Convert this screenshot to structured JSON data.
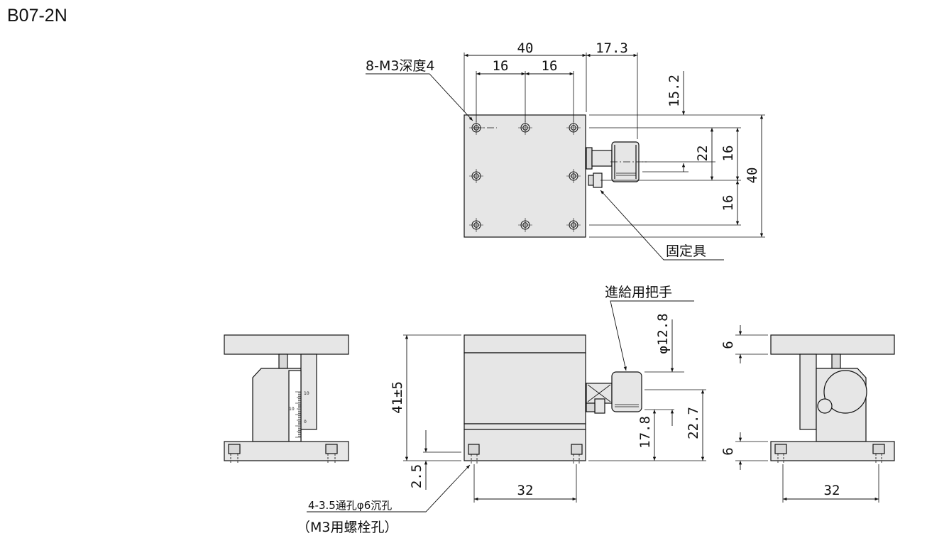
{
  "title": "B07-2N",
  "top_view": {
    "dims": {
      "width": "40",
      "hole_pitch_1": "16",
      "hole_pitch_2": "16",
      "knob_ext": "17.3",
      "knob_off": "15.2",
      "knob_h": "22",
      "hole_v1": "16",
      "height": "40",
      "hole_v2": "16"
    },
    "callouts": {
      "tap_holes": "8-M3深度4",
      "clamp": "固定具"
    }
  },
  "front_view": {
    "dims": {
      "height": "41±5",
      "base": "2.5",
      "pitch": "32",
      "knob_dia": "φ12.8",
      "knob_h1": "17.8",
      "knob_h2": "22.7"
    },
    "callouts": {
      "knob": "進給用把手",
      "holes_line1": "4-3.5通孔φ6沉孔",
      "holes_line2": "（M3用螺栓孔）"
    }
  },
  "side_view": {
    "dims": {
      "top_t": "6",
      "base_t": "6",
      "pitch": "32"
    },
    "scale_ticks": [
      "10",
      "0",
      "10"
    ]
  }
}
